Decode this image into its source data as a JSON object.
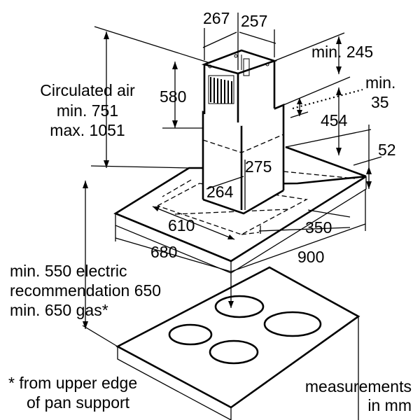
{
  "diagram": {
    "dimensions": {
      "d267": "267",
      "d257": "257",
      "min245": "min. 245",
      "d580": "580",
      "min35_a": "min.",
      "min35_b": "35",
      "d454": "454",
      "d52": "52",
      "d275": "275",
      "d264": "264",
      "d610": "610",
      "d350": "350",
      "d680": "680",
      "d900": "900"
    },
    "labels": {
      "circulated_1": "Circulated air",
      "circulated_2": "min. 751",
      "circulated_3": "max. 1051",
      "clearance_1": "min. 550 electric",
      "clearance_2": "recommendation 650",
      "clearance_3": "min. 650 gas*",
      "footnote_1": "* from upper edge",
      "footnote_2": "of pan support",
      "units_1": "measurements",
      "units_2": "in mm"
    }
  }
}
